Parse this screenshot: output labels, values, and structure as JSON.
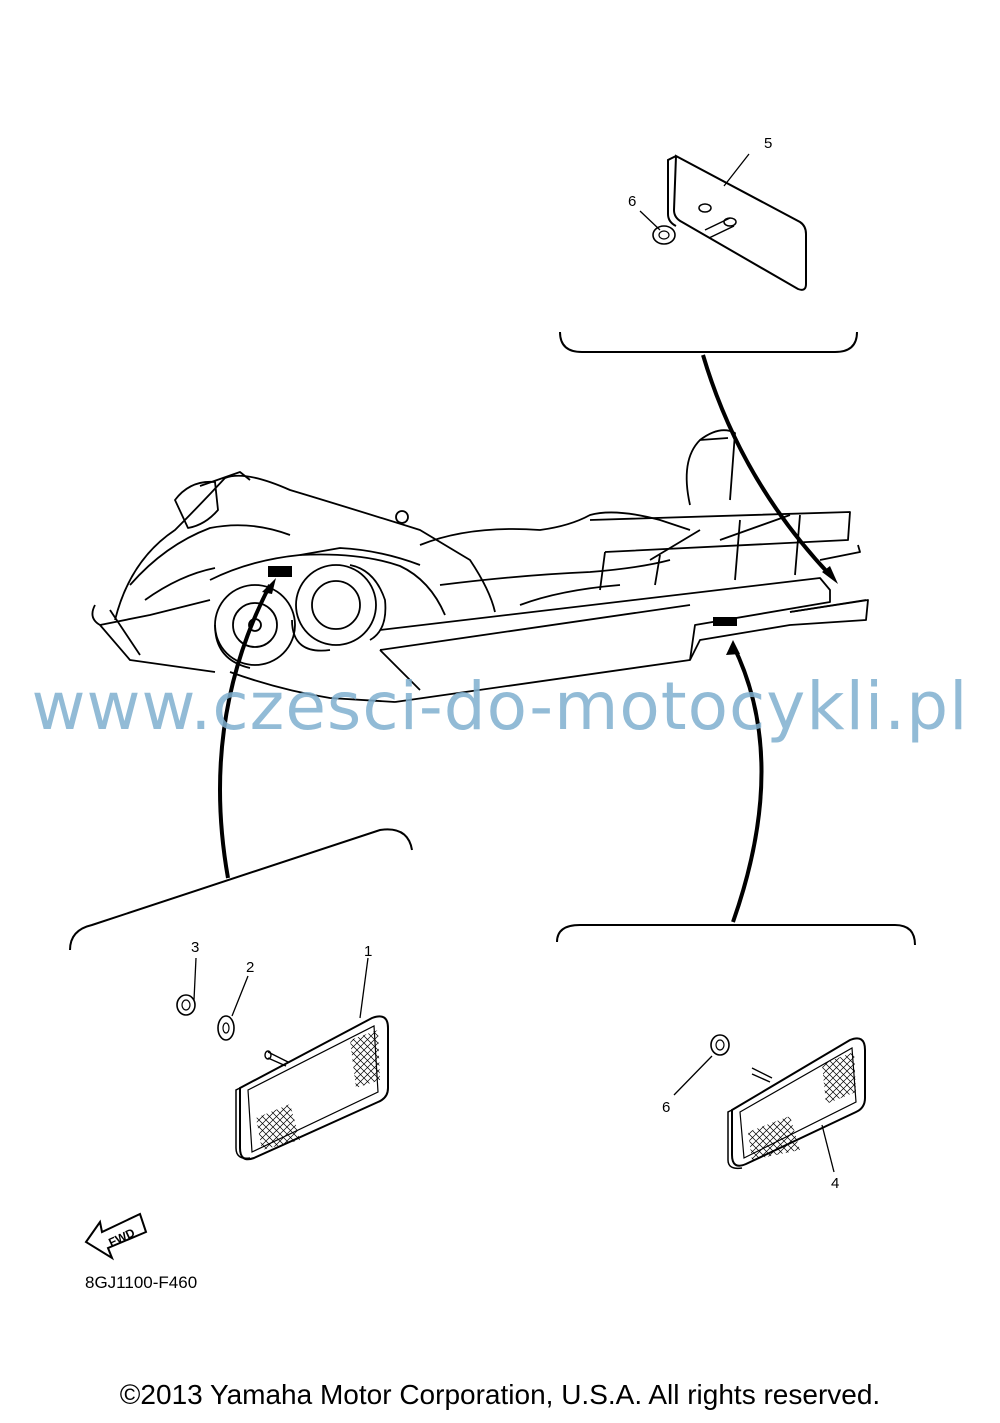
{
  "diagram_code": "8GJ1100-F460",
  "watermark": "www.czesci-do-motocykli.pl",
  "copyright": "©2013 Yamaha Motor Corporation, U.S.A. All rights reserved.",
  "fwd_label": "FWD",
  "callouts": {
    "rear_plate": "5",
    "rear_nut": "6",
    "left_nut": "3",
    "left_washer": "2",
    "left_reflector": "1",
    "right_nut": "6",
    "right_reflector": "4"
  },
  "colors": {
    "line": "#000000",
    "watermark": "#7fb0cf",
    "background": "#ffffff"
  }
}
